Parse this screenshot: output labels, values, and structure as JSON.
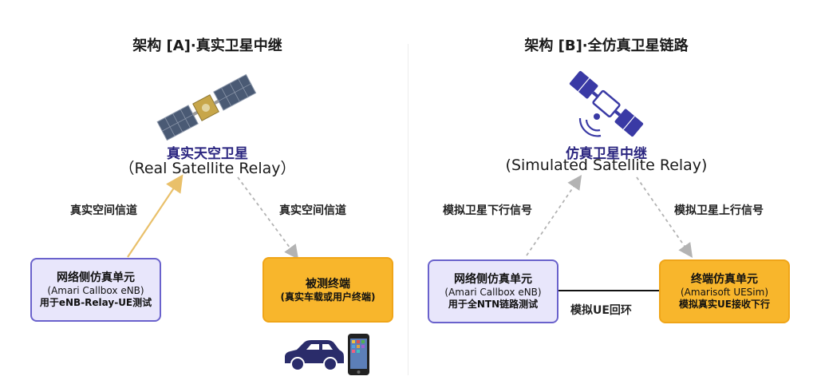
{
  "left": {
    "title": "架构 [A]·真实卫星中继",
    "satellite_cn": "真实天空卫星",
    "satellite_en": "（Real Satellite Relay）",
    "uplink_label": "真实空间信道",
    "downlink_label": "真实空间信道",
    "enb_box": {
      "title": "网络侧仿真单元",
      "line1": "(Amari Callbox eNB)",
      "line2": "用于eNB-Relay-UE测试"
    },
    "ue_box": {
      "title": "被测终端",
      "line1": "(真实车载或用户终端)"
    },
    "icons": [
      "satellite-photo",
      "car-icon",
      "smartphone-icon"
    ]
  },
  "right": {
    "title": "架构 [B]·全仿真卫星链路",
    "satellite_cn": "仿真卫星中继",
    "satellite_en": "(Simulated Satellite Relay)",
    "downlink_label": "模拟卫星下行信号",
    "uplink_label": "模拟卫星上行信号",
    "loopback_label": "模拟UE回环",
    "enb_box": {
      "title": "网络侧仿真单元",
      "line1": "(Amari Callbox eNB)",
      "line2": "用于全NTN链路测试"
    },
    "ue_box": {
      "title": "终端仿真单元",
      "line1": "(Amarisoft UESim)",
      "line2": "模拟真实UE接收下行"
    },
    "icons": [
      "satellite-icon"
    ]
  },
  "colors": {
    "accent_purple": "#6a62cc",
    "box_purple_bg": "#e8e6fb",
    "box_orange": "#f8b62c",
    "satellite_text": "#2b2680",
    "uplink_real": "#e9c06a",
    "dashed_arrow": "#b3b3b3"
  }
}
